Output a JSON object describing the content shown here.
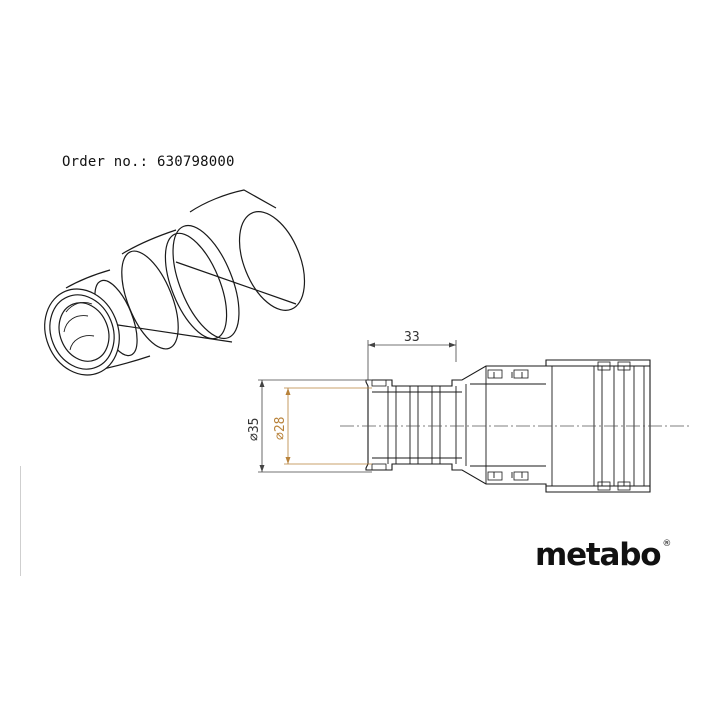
{
  "order": {
    "label": "Order no.:",
    "number": "630798000"
  },
  "dimensions": {
    "length": "33",
    "outer_diameter": "⌀35",
    "inner_diameter": "⌀28"
  },
  "brand": {
    "name": "metabo",
    "mark": "®"
  },
  "colors": {
    "line": "#1a1a1a",
    "dimension": "#444444",
    "inner_dimension": "#b8823a",
    "background": "#ffffff"
  }
}
